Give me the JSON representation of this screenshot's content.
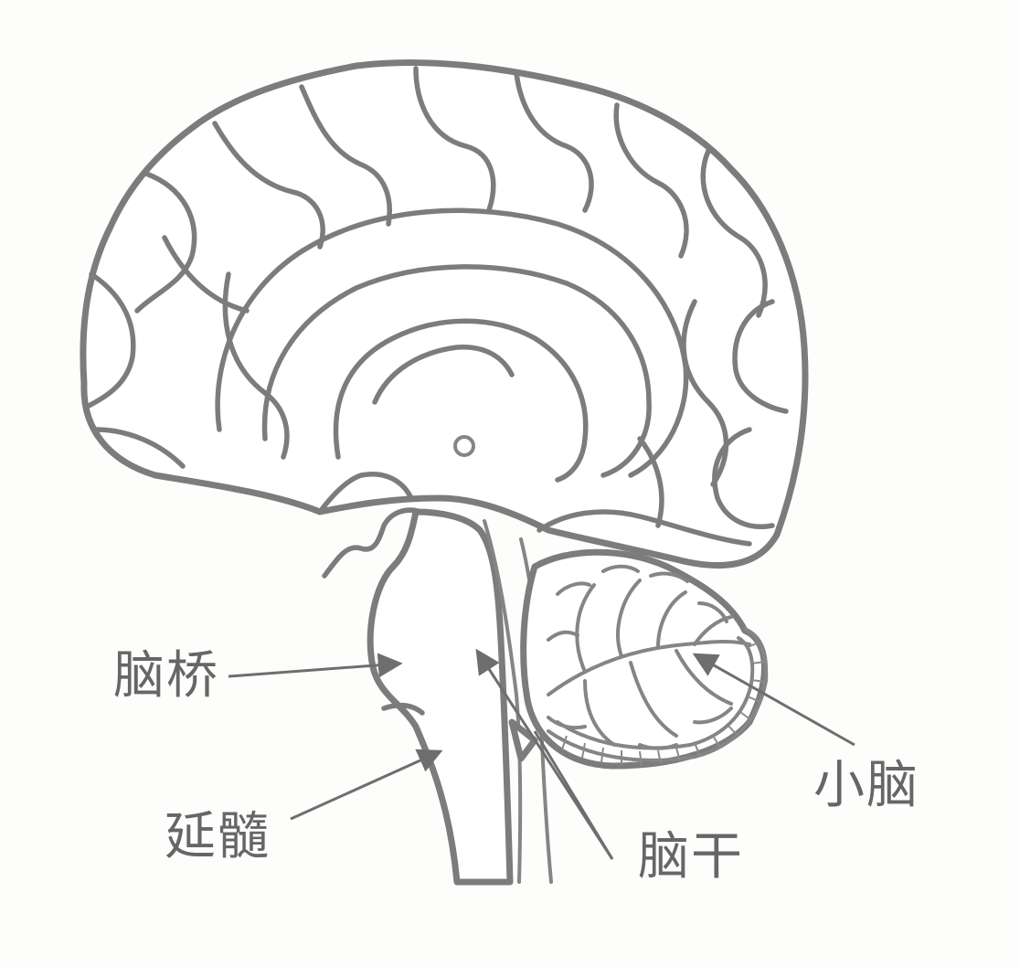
{
  "labels": {
    "pons": "脑桥",
    "medulla": "延髓",
    "brainstem": "脑干",
    "cerebellum": "小脑"
  },
  "colors": {
    "line": "#7c7c7c",
    "label": "#666666",
    "background": "#fdfdfb"
  }
}
